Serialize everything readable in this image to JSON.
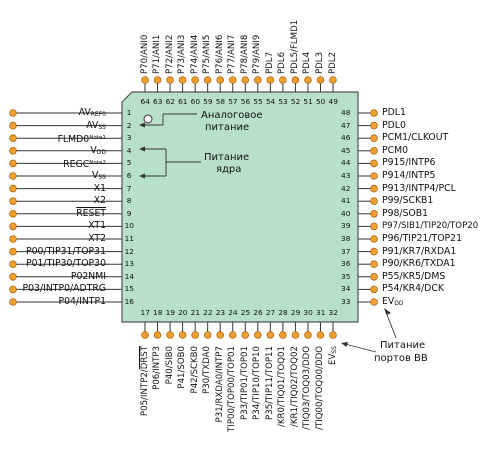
{
  "left_pins": [
    {
      "num": "1",
      "main": "AV",
      "sub": "REF0",
      "sup": "",
      "overline": false
    },
    {
      "num": "2",
      "main": "AV",
      "sub": "SS",
      "sup": "",
      "overline": false
    },
    {
      "num": "3",
      "main": "FLMD0",
      "sub": "",
      "sup": "Note1",
      "overline": false
    },
    {
      "num": "4",
      "main": "V",
      "sub": "DD",
      "sup": "",
      "overline": false
    },
    {
      "num": "5",
      "main": "REGC",
      "sub": "",
      "sup": "Note2",
      "overline": false
    },
    {
      "num": "6",
      "main": "V",
      "sub": "SS",
      "sup": "",
      "overline": false
    },
    {
      "num": "7",
      "main": "X1",
      "sub": "",
      "sup": "",
      "overline": false
    },
    {
      "num": "8",
      "main": "X2",
      "sub": "",
      "sup": "",
      "overline": false
    },
    {
      "num": "9",
      "main": "RESET",
      "sub": "",
      "sup": "",
      "overline": true
    },
    {
      "num": "10",
      "main": "XT1",
      "sub": "",
      "sup": "",
      "overline": false
    },
    {
      "num": "11",
      "main": "XT2",
      "sub": "",
      "sup": "",
      "overline": false
    },
    {
      "num": "12",
      "main": "P00/TIP31/TOP31",
      "sub": "",
      "sup": "",
      "overline": false
    },
    {
      "num": "13",
      "main": "P01/TIP30/TOP30",
      "sub": "",
      "sup": "",
      "overline": false
    },
    {
      "num": "14",
      "main": "P02NMI",
      "sub": "",
      "sup": "",
      "overline": false
    },
    {
      "num": "15",
      "main": "P03/INTP0/ADTRG",
      "sub": "",
      "sup": "",
      "overline": false
    },
    {
      "num": "16",
      "main": "P04/INTP1",
      "sub": "",
      "sup": "",
      "overline": false
    }
  ],
  "right_pins": [
    {
      "num": "48",
      "main": "PDL1",
      "sub": ""
    },
    {
      "num": "47",
      "main": "PDL0",
      "sub": ""
    },
    {
      "num": "46",
      "main": "PCM1/CLKOUT",
      "sub": ""
    },
    {
      "num": "45",
      "main": "PCM0",
      "sub": ""
    },
    {
      "num": "44",
      "main": "P915/INTP6",
      "sub": ""
    },
    {
      "num": "43",
      "main": "P914/INTP5",
      "sub": ""
    },
    {
      "num": "42",
      "main": "P913/INTP4/PCL",
      "sub": ""
    },
    {
      "num": "41",
      "main": "P99/SCKB1",
      "sub": ""
    },
    {
      "num": "40",
      "main": "P98/SOB1",
      "sub": ""
    },
    {
      "num": "39",
      "main": "P97/SIB1/TIP20/TOP20",
      "sub": ""
    },
    {
      "num": "38",
      "main": "P96/TIP21/TOP21",
      "sub": ""
    },
    {
      "num": "37",
      "main": "P91/KR7/RXDA1",
      "sub": ""
    },
    {
      "num": "36",
      "main": "P90/KR6/TXDA1",
      "sub": ""
    },
    {
      "num": "35",
      "main": "P55/KR5/DMS",
      "sub": ""
    },
    {
      "num": "34",
      "main": "P54/KR4/DCK",
      "sub": ""
    },
    {
      "num": "33",
      "main": "EV",
      "sub": "DD"
    }
  ],
  "top_pins": [
    {
      "num": "64",
      "label": "P70/ANI0"
    },
    {
      "num": "63",
      "label": "P71/ANI1"
    },
    {
      "num": "62",
      "label": "P72/ANI2"
    },
    {
      "num": "61",
      "label": "P73/ANI3"
    },
    {
      "num": "60",
      "label": "P74/ANI4"
    },
    {
      "num": "59",
      "label": "P75/ANI5"
    },
    {
      "num": "58",
      "label": "P76/ANI6"
    },
    {
      "num": "57",
      "label": "P77/ANI7"
    },
    {
      "num": "56",
      "label": "P78/ANI8"
    },
    {
      "num": "55",
      "label": "P79/ANI9"
    },
    {
      "num": "54",
      "label": "PDL7"
    },
    {
      "num": "53",
      "label": "PDL6"
    },
    {
      "num": "52",
      "label": "PDL5/FLMD1"
    },
    {
      "num": "51",
      "label": "PDL4"
    },
    {
      "num": "50",
      "label": "PDL3"
    },
    {
      "num": "49",
      "label": "PDL2"
    }
  ],
  "bottom_pins": [
    {
      "num": "17",
      "label": "P05/INTP2/DRST",
      "overline_part": "DRST"
    },
    {
      "num": "18",
      "label": "P06/INTP3",
      "overline_part": ""
    },
    {
      "num": "19",
      "label": "P40/SIB0",
      "overline_part": ""
    },
    {
      "num": "20",
      "label": "P41/SOB0",
      "overline_part": ""
    },
    {
      "num": "21",
      "label": "P42/SCKB0",
      "overline_part": ""
    },
    {
      "num": "22",
      "label": "P30/TXDA0",
      "overline_part": ""
    },
    {
      "num": "23",
      "label": "P31/RXDA0/INTP7",
      "overline_part": ""
    },
    {
      "num": "24",
      "label": "TIP00/TOP00/TOP01",
      "overline_part": ""
    },
    {
      "num": "25",
      "label": "P33/TIP01/TOP01",
      "overline_part": ""
    },
    {
      "num": "26",
      "label": "P34/TIP10/TOP10",
      "overline_part": ""
    },
    {
      "num": "27",
      "label": "P35/TIP11/TOP11",
      "overline_part": ""
    },
    {
      "num": "28",
      "label": "/KR0/TIQ01/TOQ01",
      "overline_part": ""
    },
    {
      "num": "29",
      "label": "/KR1/TIQ02/TOQ02",
      "overline_part": ""
    },
    {
      "num": "30",
      "label": "/TIQ03/TOQ03/DDO",
      "overline_part": ""
    },
    {
      "num": "31",
      "label": "/TIQ00/TOQ00/DDO",
      "overline_part": ""
    },
    {
      "num": "32",
      "label": "EV",
      "sub": "SS",
      "overline_part": ""
    }
  ],
  "annotations": {
    "analog_power_line1": "Аналоговое",
    "analog_power_line2": "питание",
    "core_power_line1": "Питание",
    "core_power_line2": "ядра",
    "io_power_line1": "Питание",
    "io_power_line2": "портов ВВ"
  },
  "colors": {
    "chip_fill": "#b8e0c8",
    "chip_stroke": "#555555",
    "pin_fill": "#f0a030",
    "pin_stroke": "#b06810",
    "line": "#333333"
  }
}
